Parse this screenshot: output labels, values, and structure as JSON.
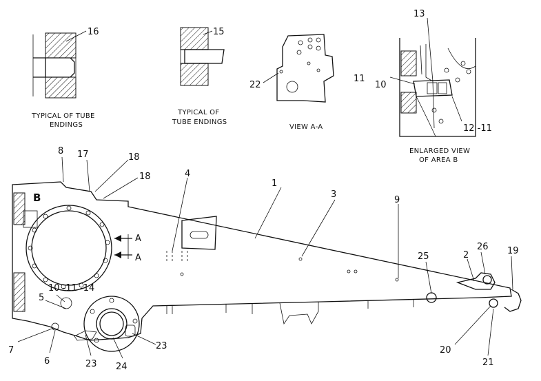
{
  "captions": {
    "tube_endings_left": [
      "TYPICAL OF TUBE",
      "ENDINGS"
    ],
    "tube_endings_mid": [
      "TYPICAL OF",
      "TUBE ENDINGS"
    ],
    "view_aa": "VIEW A-A",
    "enlarged_view": [
      "ENLARGED VIEW",
      "OF AREA B"
    ]
  },
  "area_marker": "B",
  "view_arrows": [
    "A",
    "A"
  ],
  "callouts": {
    "c16": "16",
    "c15": "15",
    "c22": "22",
    "c13": "13",
    "c11a": "11",
    "c10": "10",
    "c12_11": "12 -11",
    "c8": "8",
    "c17": "17",
    "c18a": "18",
    "c18b": "18",
    "c4": "4",
    "c1": "1",
    "c3": "3",
    "c9": "9",
    "c25": "25",
    "c2": "2",
    "c26": "26",
    "c19": "19",
    "c10_11_14": "10 -11 -14",
    "c5": "5",
    "c7": "7",
    "c6": "6",
    "c23a": "23",
    "c24": "24",
    "c23b": "23",
    "c20": "20",
    "c21": "21"
  }
}
